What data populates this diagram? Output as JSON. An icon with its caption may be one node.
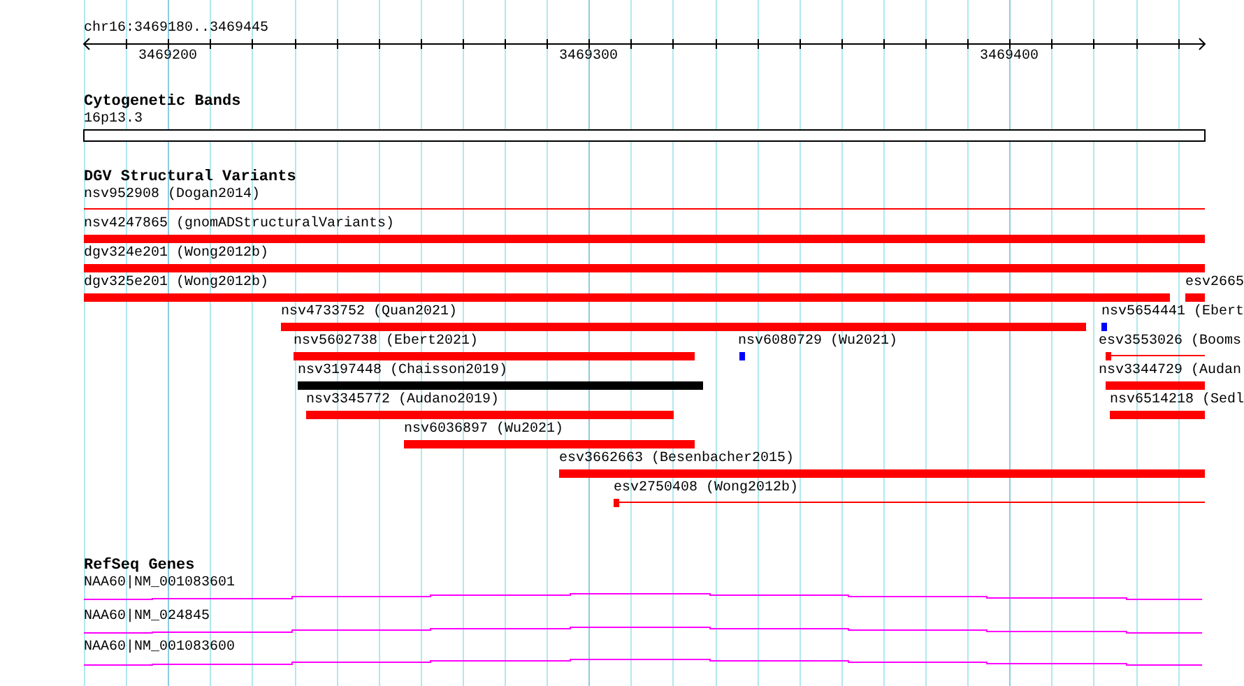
{
  "diagram": {
    "labels": [
      "chr16:3469180..3469445",
      "3469200",
      "3469300",
      "3469400",
      "Cytogenetic Bands",
      "16p13.3",
      "DGV Structural Variants",
      "nsv952908 (Dogan2014)",
      "nsv4247865 (gnomADStructuralVariants)",
      "dgv324e201 (Wong2012b)",
      "dgv325e201 (Wong2012b)",
      "esv2665",
      "nsv4733752 (Quan2021)",
      "nsv5654441 (Ebert",
      "nsv5602738 (Ebert2021)",
      "nsv6080729 (Wu2021)",
      "esv3553026 (Booms",
      "nsv3197448 (Chaisson2019)",
      "nsv3344729 (Audan",
      "nsv3345772 (Audano2019)",
      "nsv6514218 (Sedl",
      "nsv6036897 (Wu2021)",
      "esv3662663 (Besenbacher2015)",
      "esv2750408 (Wong2012b)",
      "RefSeq Genes",
      "NAA60|NM_001083601",
      "NAA60|NM_024845",
      "NAA60|NM_001083600"
    ]
  }
}
